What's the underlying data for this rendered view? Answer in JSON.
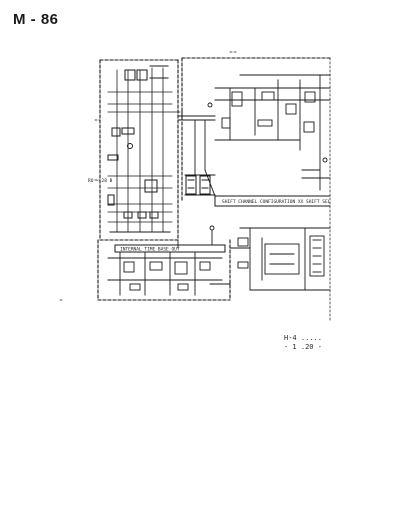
{
  "header": {
    "model_id": "M - 86"
  },
  "schematic": {
    "bus_labels": {
      "upper_bus": "SHIFT CHANNEL      CONFIGURATION  XX  SHIFT  SEL",
      "lower_bus": "INTERNAL  TIME  BASE  OUT"
    },
    "block_labels": {
      "ic_block": "RO - 28 B"
    }
  },
  "footer": {
    "sheet_code": "H-4 .....",
    "sheet_sub": "- 1 .20 -"
  },
  "colors": {
    "ink": "#1a1a1a",
    "paper": "#ffffff"
  }
}
